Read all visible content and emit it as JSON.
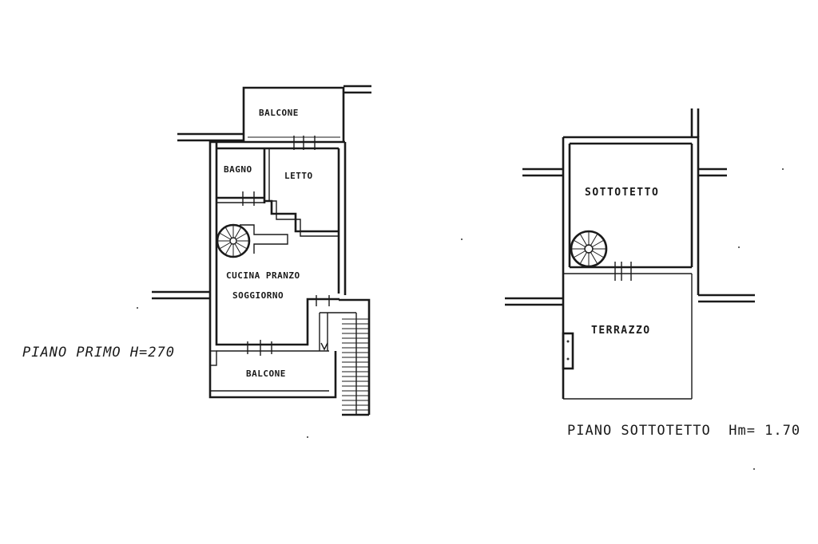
{
  "plans": [
    {
      "id": "primo",
      "floor_label": "PIANO PRIMO H=270",
      "rooms": {
        "balcone_top": "BALCONE",
        "bagno": "BAGNO",
        "letto": "LETTO",
        "cucina": "CUCINA PRANZO",
        "soggiorno": "SOGGIORNO",
        "balcone_bottom": "BALCONE"
      }
    },
    {
      "id": "sottotetto",
      "floor_label": "PIANO SOTTOTETTO  Hm= 1.70",
      "rooms": {
        "sottotetto": "SOTTOTETTO",
        "terrazzo": "TERRAZZO"
      }
    }
  ]
}
